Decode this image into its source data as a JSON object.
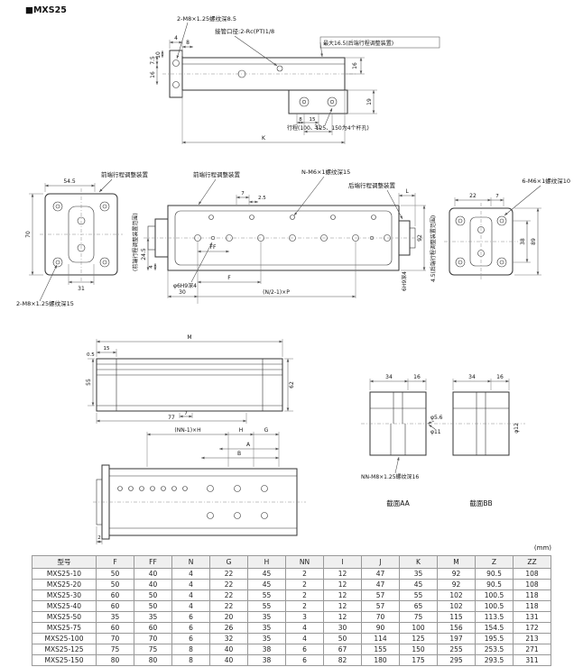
{
  "page": {
    "title": "■MXS25"
  },
  "top_view": {
    "thread_callout": "2-M8×1.25螺纹深8.5",
    "port_callout": "接管口径:2-Rc(PT)1/8",
    "max_note": "最大16.5(后端行程调整装置)",
    "stroke_note": "行程(100、125、150为4个杆孔)",
    "dims": {
      "d4": "4",
      "d8_top": "8",
      "d10": "10",
      "d75_left": "7.5",
      "d16_left": "16",
      "d16_right": "16",
      "d19_right": "19",
      "d8_bottom": "8",
      "d15_bottom": "15",
      "d31_bottom": "31",
      "dK": "K"
    }
  },
  "plan_view": {
    "front_adjuster_label_left": "前端行程调整装置",
    "front_adjuster_label_top": "前端行程调整装置",
    "front_adjuster_range_note": "(前端行程调整装置范围)",
    "thread_n_callout": "N-M6×1螺纹深15",
    "rear_adjuster_label": "后端行程调整装置",
    "rear_adjuster_range_note": "4.5(后端行程调整装置范围)",
    "end_thread_callout": "6-M6×1螺纹深10",
    "plate_thread_callout": "2-M8×1.25螺纹深15",
    "pin_hole_callout": "φ6H9深4",
    "pin_hole_side_note": "6H9深4",
    "dims": {
      "d545": "54.5",
      "d70": "70",
      "d31": "31",
      "d245": "24.5",
      "d4": "4",
      "d7": "7",
      "d25": "2.5",
      "dL": "L",
      "dFF": "FF",
      "d30": "30",
      "formula": "(N/2-1)×P",
      "dF": "F",
      "d92": "92",
      "d22": "22",
      "d7r": "7",
      "d38": "38",
      "d89": "89"
    }
  },
  "profile_view": {
    "dims": {
      "dM": "M",
      "d15": "15",
      "d05": "0.5",
      "d55": "55",
      "d62": "62",
      "d7": "7",
      "d77": "77"
    }
  },
  "sections": {
    "aa": {
      "title": "截面AA",
      "d34": "34",
      "d16": "16",
      "dia_small": "φ5.6",
      "dia_large": "φ11",
      "thread_callout": "NN-M8×1.25螺纹深16"
    },
    "bb": {
      "title": "截面BB",
      "d34": "34",
      "d16": "16",
      "dia": "φ12"
    }
  },
  "bottom_view": {
    "dims": {
      "formula": "(NN-1)×H",
      "dH": "H",
      "dG": "G",
      "dA": "A",
      "dB": "B",
      "d2": "2"
    }
  },
  "table": {
    "unit_note": "(mm)",
    "headers": [
      "型号",
      "F",
      "FF",
      "N",
      "G",
      "H",
      "NN",
      "I",
      "J",
      "K",
      "M",
      "Z",
      "ZZ"
    ],
    "rows": [
      [
        "MXS25-10",
        "50",
        "40",
        "4",
        "22",
        "45",
        "2",
        "12",
        "47",
        "35",
        "92",
        "90.5",
        "108"
      ],
      [
        "MXS25-20",
        "50",
        "40",
        "4",
        "22",
        "45",
        "2",
        "12",
        "47",
        "45",
        "92",
        "90.5",
        "108"
      ],
      [
        "MXS25-30",
        "60",
        "50",
        "4",
        "22",
        "55",
        "2",
        "12",
        "57",
        "55",
        "102",
        "100.5",
        "118"
      ],
      [
        "MXS25-40",
        "60",
        "50",
        "4",
        "22",
        "55",
        "2",
        "12",
        "57",
        "65",
        "102",
        "100.5",
        "118"
      ],
      [
        "MXS25-50",
        "35",
        "35",
        "6",
        "20",
        "35",
        "3",
        "12",
        "70",
        "75",
        "115",
        "113.5",
        "131"
      ],
      [
        "MXS25-75",
        "60",
        "60",
        "6",
        "26",
        "35",
        "4",
        "30",
        "90",
        "100",
        "156",
        "154.5",
        "172"
      ],
      [
        "MXS25-100",
        "70",
        "70",
        "6",
        "32",
        "35",
        "4",
        "50",
        "114",
        "125",
        "197",
        "195.5",
        "213"
      ],
      [
        "MXS25-125",
        "75",
        "75",
        "8",
        "40",
        "38",
        "6",
        "67",
        "155",
        "150",
        "255",
        "253.5",
        "271"
      ],
      [
        "MXS25-150",
        "80",
        "80",
        "8",
        "40",
        "38",
        "6",
        "82",
        "180",
        "175",
        "295",
        "293.5",
        "311"
      ]
    ]
  }
}
